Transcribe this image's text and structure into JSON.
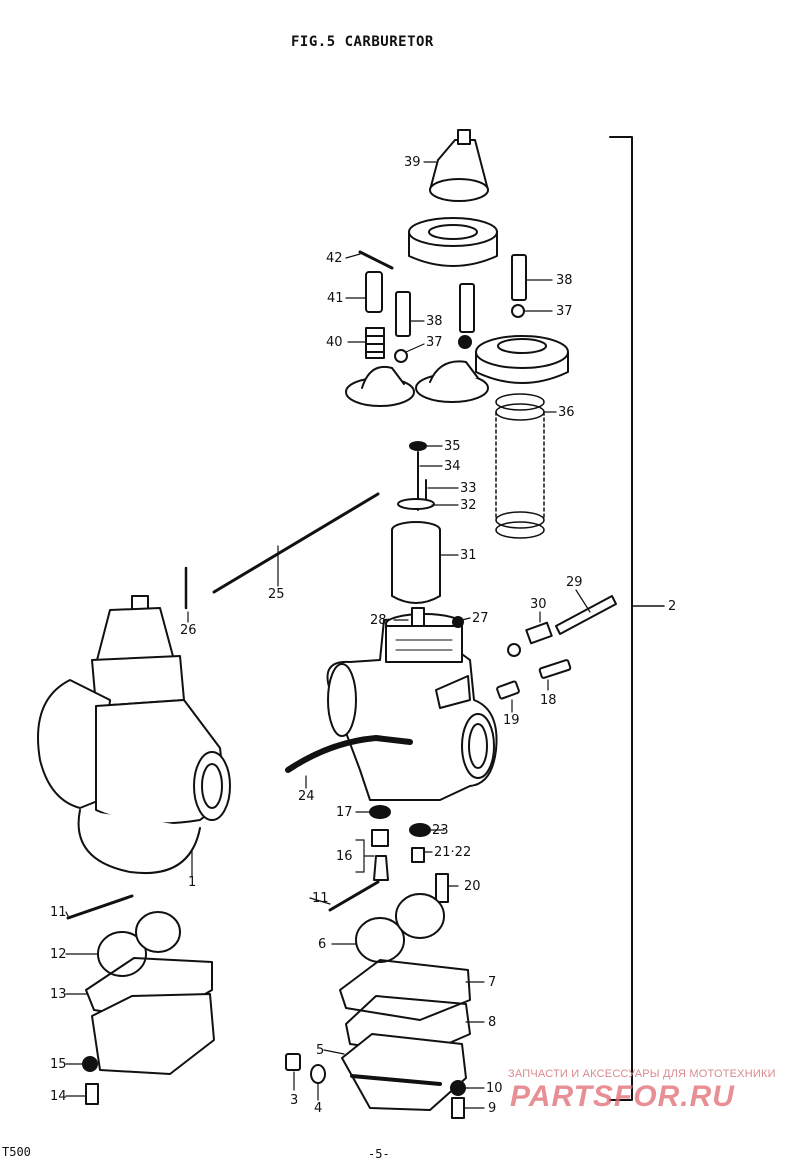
{
  "figure": {
    "title": "FIG.5  CARBURETOR",
    "footer_left": "T500",
    "footer_page": "-5-"
  },
  "watermark": {
    "text": "ЗАПЧАСТИ И АКСЕССУАРЫ ДЛЯ МОТОТЕХНИКИ",
    "logo": "PARTSFOR.RU",
    "color": "#e06a72"
  },
  "callouts": [
    "39",
    "42",
    "38",
    "41",
    "38",
    "37",
    "37",
    "40",
    "36",
    "35",
    "34",
    "33",
    "32",
    "31",
    "25",
    "26",
    "2",
    "29",
    "30",
    "28",
    "27",
    "18",
    "19",
    "24",
    "17",
    "23",
    "16",
    "21·22",
    "20",
    "11",
    "11",
    "12",
    "6",
    "7",
    "13",
    "8",
    "15",
    "5",
    "3",
    "4",
    "10",
    "14",
    "9",
    "1"
  ]
}
